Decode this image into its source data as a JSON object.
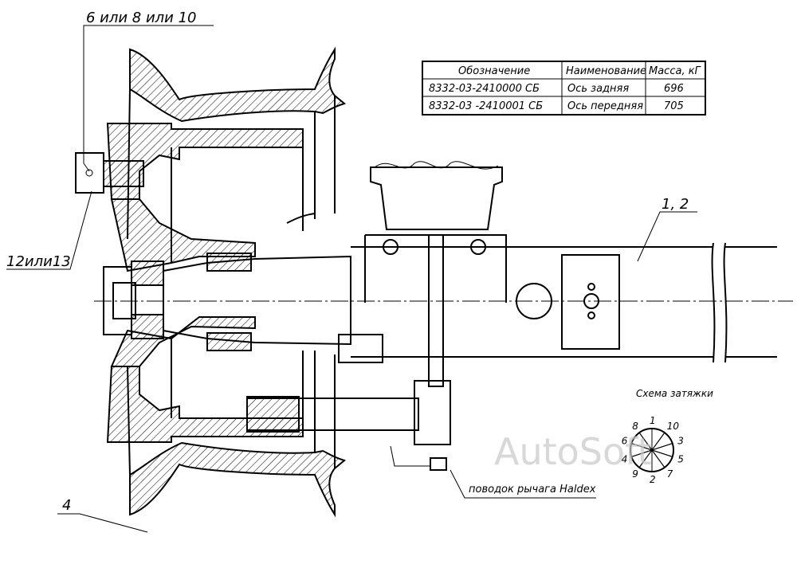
{
  "callouts": {
    "top_left": "6 или 8 или 10",
    "left": "12или13",
    "shaft": "1, 2",
    "tyre": "4",
    "haldex": "поводок рычага Haldex"
  },
  "spec_table": {
    "headers": [
      "Обозначение",
      "Наименование",
      "Масса, кГ"
    ],
    "rows": [
      {
        "designation": "8332-03-2410000 СБ",
        "name": "Ось задняя",
        "mass": "696"
      },
      {
        "designation": "8332-03 -2410001 СБ",
        "name": "Ось передняя",
        "mass": "705"
      }
    ]
  },
  "tightening_scheme": {
    "title": "Схема затяжки",
    "numbers": [
      "1",
      "2",
      "3",
      "4",
      "5",
      "6",
      "7",
      "8",
      "9",
      "10"
    ]
  },
  "watermark": "AutoSoft"
}
